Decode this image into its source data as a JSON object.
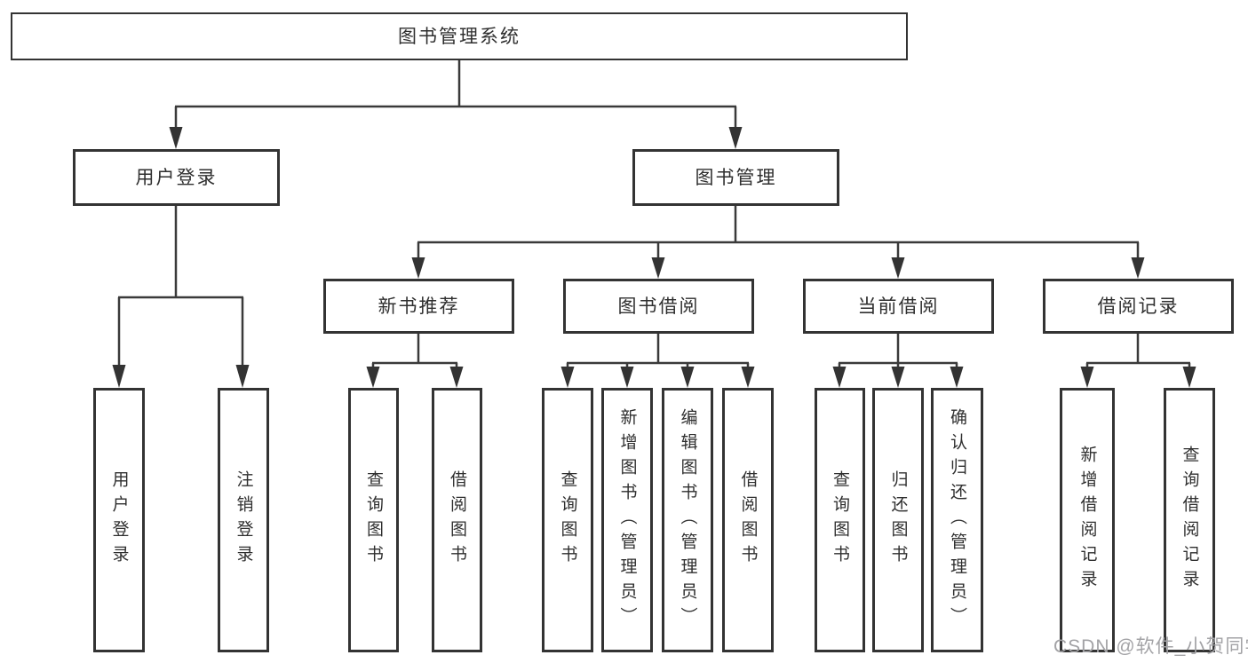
{
  "tree": {
    "root": "图书管理系统",
    "children": [
      {
        "label": "用户登录",
        "children": [
          "用户登录",
          "注销登录"
        ]
      },
      {
        "label": "图书管理",
        "children": [
          {
            "label": "新书推荐",
            "children": [
              "查询图书",
              "借阅图书"
            ]
          },
          {
            "label": "图书借阅",
            "children": [
              "查询图书",
              "新增图书（管理员）",
              "编辑图书（管理员）",
              "借阅图书"
            ]
          },
          {
            "label": "当前借阅",
            "children": [
              "查询图书",
              "归还图书",
              "确认归还（管理员）"
            ]
          },
          {
            "label": "借阅记录",
            "children": [
              "新增借阅记录",
              "查询借阅记录"
            ]
          }
        ]
      }
    ]
  },
  "watermark": "CSDN @软件_小贺同学",
  "colors": {
    "line": "#3a3a3a",
    "box_border": "#333333",
    "text": "#2f2f2f",
    "watermark": "#a3a3a6",
    "background": "#ffffff"
  }
}
